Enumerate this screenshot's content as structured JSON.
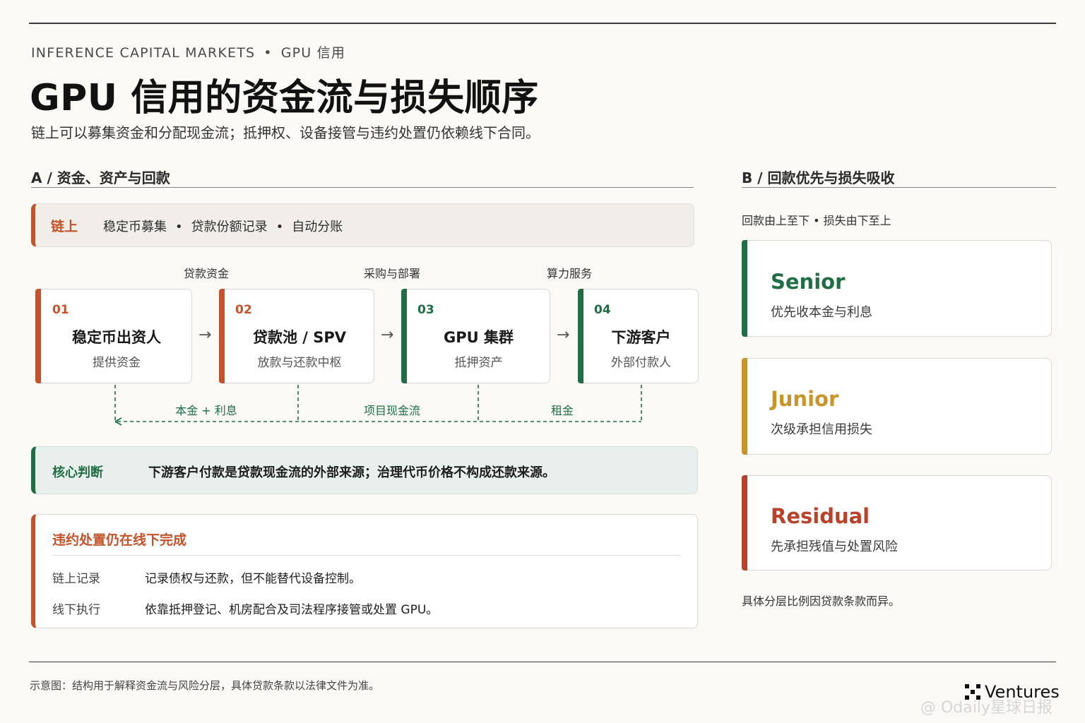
{
  "header": {
    "kicker_left": "INFERENCE CAPITAL MARKETS",
    "kicker_sep": "•",
    "kicker_right": "GPU 信用",
    "title": "GPU 信用的资金流与损失顺序",
    "subtitle": "链上可以募集资金和分配现金流；抵押权、设备接管与违约处置仍依赖线下合同。"
  },
  "section_a": {
    "heading": "A / 资金、资产与回款",
    "onchain": {
      "tag": "链上",
      "items": [
        "稳定币募集",
        "贷款份额记录",
        "自动分账"
      ],
      "sep": "•"
    },
    "flow_labels": [
      "贷款资金",
      "采购与部署",
      "算力服务"
    ],
    "arrow_glyph": "→",
    "steps": [
      {
        "num": "01",
        "title": "稳定币出资人",
        "sub": "提供资金",
        "color": "#c4522a"
      },
      {
        "num": "02",
        "title": "贷款池 / SPV",
        "sub": "放款与还款中枢",
        "color": "#c4522a"
      },
      {
        "num": "03",
        "title": "GPU 集群",
        "sub": "抵押资产",
        "color": "#1f6e45"
      },
      {
        "num": "04",
        "title": "下游客户",
        "sub": "外部付款人",
        "color": "#1f6e45"
      }
    ],
    "return_labels": [
      "本金 + 利息",
      "项目现金流",
      "租金"
    ],
    "core": {
      "tag": "核心判断",
      "text": "下游客户付款是贷款现金流的外部来源；治理代币价格不构成还款来源。"
    },
    "default": {
      "title": "违约处置仍在线下完成",
      "rows": [
        {
          "key": "链上记录",
          "value": "记录债权与还款，但不能替代设备控制。"
        },
        {
          "key": "线下执行",
          "value": "依靠抵押登记、机房配合及司法程序接管或处置 GPU。"
        }
      ]
    }
  },
  "section_b": {
    "heading": "B / 回款优先与损失吸收",
    "note": "回款由上至下 • 损失由下至上",
    "tranches": [
      {
        "name": "Senior",
        "desc": "优先收本金与利息",
        "color": "#1f6e45"
      },
      {
        "name": "Junior",
        "desc": "次级承担信用损失",
        "color": "#c8952a"
      },
      {
        "name": "Residual",
        "desc": "先承担残值与处置风险",
        "color": "#b8432a"
      }
    ],
    "footer_note": "具体分层比例因贷款条款而异。"
  },
  "footer": {
    "note": "示意图：结构用于解释资金流与风险分层，具体贷款条款以法律文件为准。",
    "brand": "Ventures",
    "brand_icon": "pixel-x-logo-icon",
    "watermark": "@ Odaily星球日报"
  }
}
